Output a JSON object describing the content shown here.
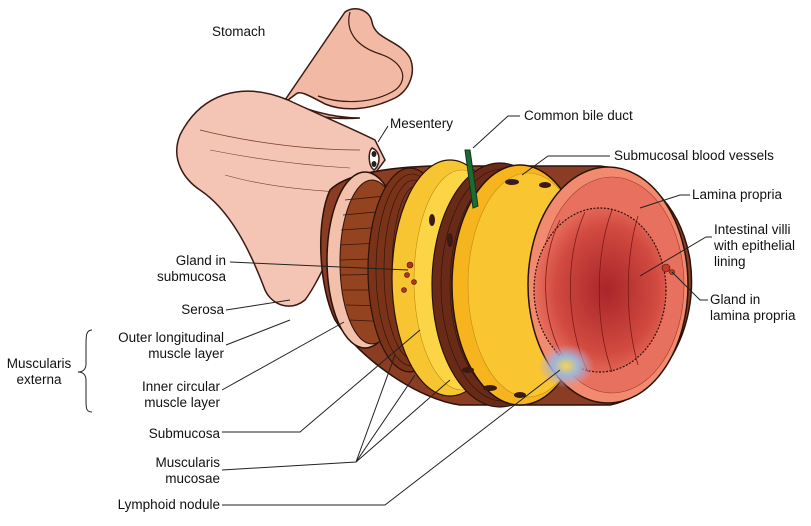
{
  "labels": {
    "stomach": "Stomach",
    "mesentery": "Mesentery",
    "common_bile_duct": "Common bile duct",
    "submucosal_blood_vessels": "Submucosal blood vessels",
    "lamina_propria": "Lamina propria",
    "intestinal_villi": [
      "Intestinal villi",
      "with epithelial",
      "lining"
    ],
    "gland_in_lamina_propria": [
      "Gland in",
      "lamina propria"
    ],
    "gland_in_submucosa": [
      "Gland in",
      "submucosa"
    ],
    "serosa": "Serosa",
    "outer_longitudinal": [
      "Outer longitudinal",
      "muscle layer"
    ],
    "muscularis_externa": [
      "Muscularis",
      "externa"
    ],
    "inner_circular": [
      "Inner circular",
      "muscle layer"
    ],
    "submucosa": "Submucosa",
    "muscularis_mucosae": [
      "Muscularis",
      "mucosae"
    ],
    "lymphoid_nodule": "Lymphoid nodule"
  },
  "colors": {
    "serosa_pink": "#f3c2b0",
    "muscle_brown": "#8a3d22",
    "submucosa_yellow": "#f7c531",
    "lumen_red": "#d8483f",
    "bile_duct_green": "#1c6b34"
  }
}
